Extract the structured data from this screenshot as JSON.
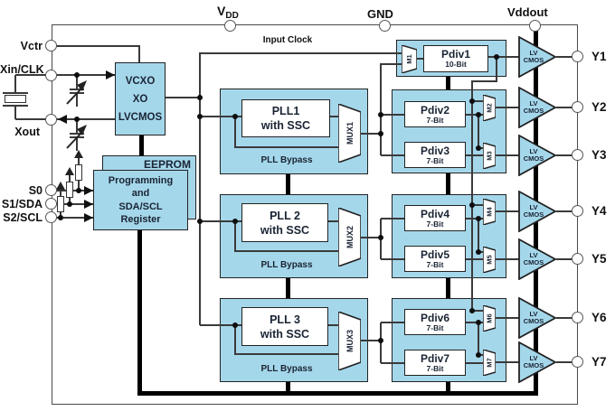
{
  "colors": {
    "blockFill": "#a5d7eb",
    "wire": "#3a3a3a",
    "bus": "#000000",
    "text": "#1a2433",
    "border": "#4a4a4a"
  },
  "pins": {
    "top": [
      {
        "name": "V",
        "sub": "DD"
      },
      {
        "name": "GND",
        "sub": ""
      },
      {
        "name": "Vddout",
        "sub": ""
      }
    ],
    "left": [
      "Vctr",
      "Xin/CLK",
      "Xout",
      "S0",
      "S1/SDA",
      "S2/SCL"
    ],
    "right": [
      "Y1",
      "Y2",
      "Y3",
      "Y4",
      "Y5",
      "Y6",
      "Y7"
    ]
  },
  "annotations": {
    "input_clock": "Input Clock"
  },
  "vcxo": {
    "lines": [
      "VCXO",
      "XO",
      "LVCMOS"
    ]
  },
  "eeprom": {
    "label": "EEPROM"
  },
  "register": {
    "lines": [
      "Programming",
      "and",
      "SDA/SCL",
      "Register"
    ]
  },
  "plls": [
    {
      "title": "PLL1",
      "subtitle": "with SSC",
      "mux": "MUX1",
      "bypass_label": "PLL Bypass"
    },
    {
      "title": "PLL 2",
      "subtitle": "with SSC",
      "mux": "MUX2",
      "bypass_label": "PLL Bypass"
    },
    {
      "title": "PLL 3",
      "subtitle": "with SSC",
      "mux": "MUX3",
      "bypass_label": "PLL Bypass"
    }
  ],
  "dividers": [
    {
      "name": "Pdiv1",
      "bits": "10-Bit",
      "mux": "M1"
    },
    {
      "name": "Pdiv2",
      "bits": "7-Bit",
      "mux": "M2"
    },
    {
      "name": "Pdiv3",
      "bits": "7-Bit",
      "mux": "M3"
    },
    {
      "name": "Pdiv4",
      "bits": "7-Bit",
      "mux": "M4"
    },
    {
      "name": "Pdiv5",
      "bits": "7-Bit",
      "mux": "M5"
    },
    {
      "name": "Pdiv6",
      "bits": "7-Bit",
      "mux": "M6"
    },
    {
      "name": "Pdiv7",
      "bits": "7-Bit",
      "mux": "M7"
    }
  ],
  "buffer": {
    "line1": "LV",
    "line2": "CMOS"
  }
}
